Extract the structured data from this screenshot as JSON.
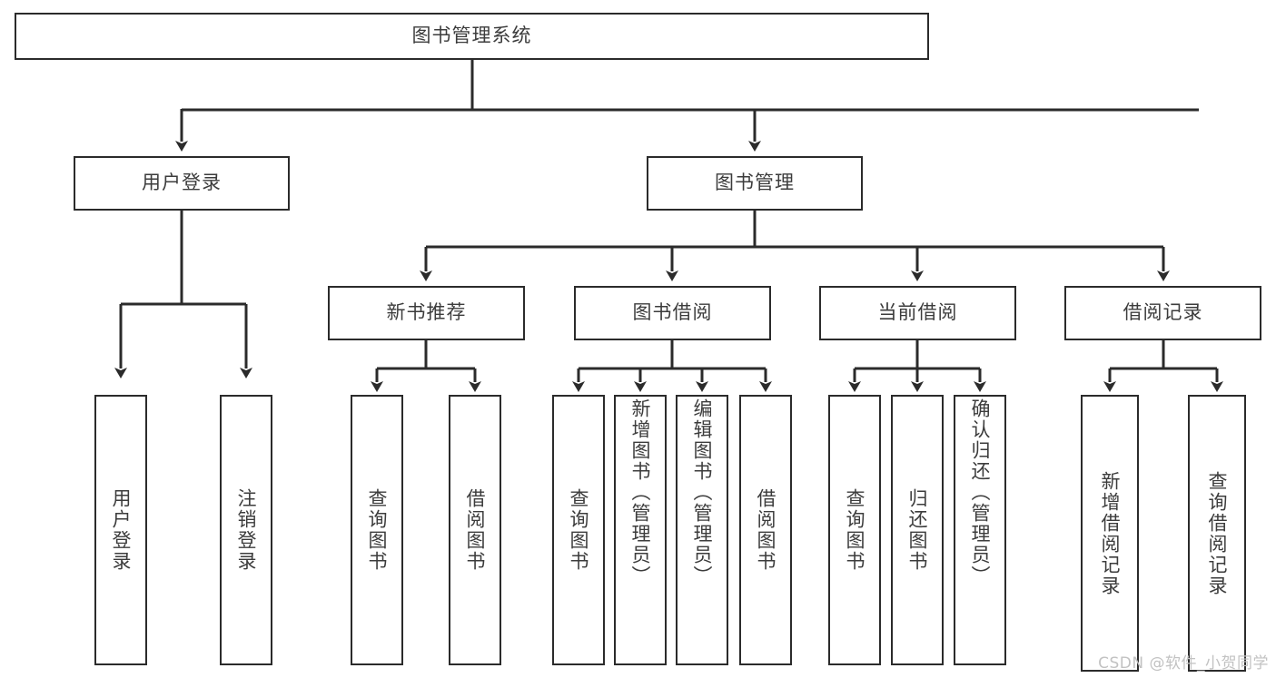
{
  "diagram": {
    "title": "图书管理系统",
    "watermark": "CSDN @软件_小贺同学",
    "colors": {
      "stroke": "#2b2b2b",
      "fill": "#ffffff",
      "text": "#3c3c3c",
      "watermark": "#c2c2c2"
    },
    "root": {
      "label": "图书管理系统"
    },
    "level2": [
      {
        "label": "用户登录"
      },
      {
        "label": "图书管理"
      }
    ],
    "level3": [
      {
        "label": "新书推荐"
      },
      {
        "label": "图书借阅"
      },
      {
        "label": "当前借阅"
      },
      {
        "label": "借阅记录"
      }
    ],
    "leaves": [
      {
        "label": "用户登录",
        "parent": "用户登录"
      },
      {
        "label": "注销登录",
        "parent": "用户登录"
      },
      {
        "label": "查询图书",
        "parent": "新书推荐"
      },
      {
        "label": "借阅图书",
        "parent": "新书推荐"
      },
      {
        "label": "查询图书",
        "parent": "图书借阅"
      },
      {
        "label": "新增图书（管理员）",
        "parent": "图书借阅"
      },
      {
        "label": "编辑图书（管理员）",
        "parent": "图书借阅"
      },
      {
        "label": "借阅图书",
        "parent": "图书借阅"
      },
      {
        "label": "查询图书",
        "parent": "当前借阅"
      },
      {
        "label": "归还图书",
        "parent": "当前借阅"
      },
      {
        "label": "确认归还（管理员）",
        "parent": "当前借阅"
      },
      {
        "label": "新增借阅记录",
        "parent": "借阅记录"
      },
      {
        "label": "查询借阅记录",
        "parent": "借阅记录"
      }
    ]
  }
}
